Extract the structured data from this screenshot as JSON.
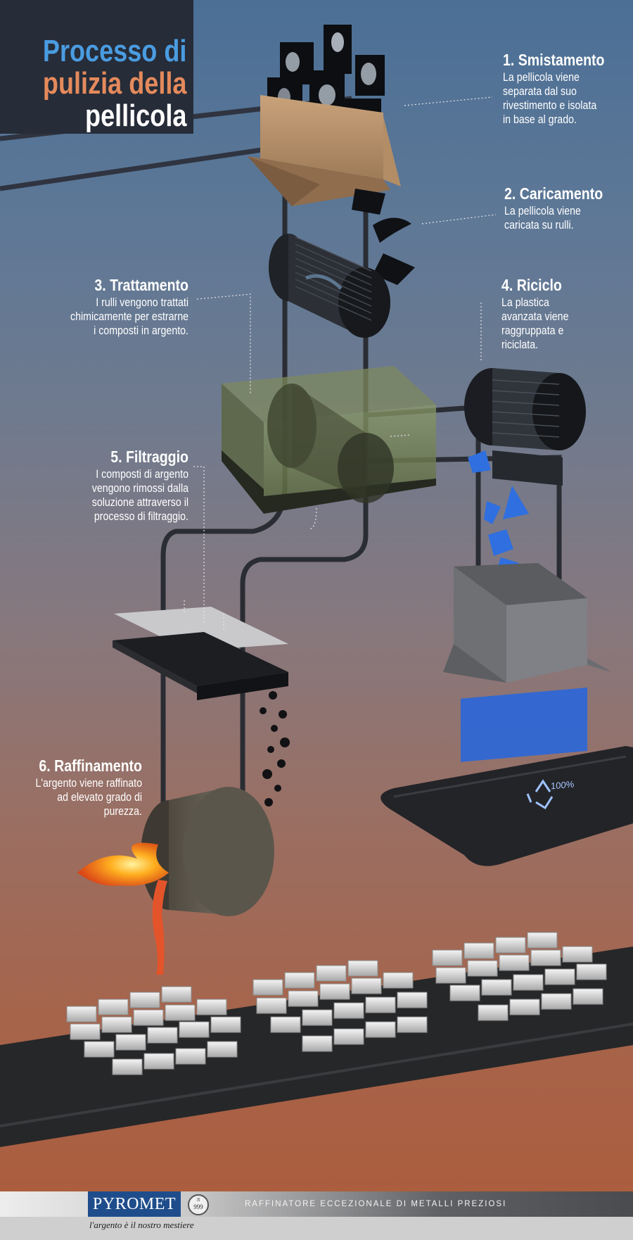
{
  "title": {
    "line1": "Processo di",
    "line2": "pulizia della",
    "line3": "pellicola"
  },
  "steps": [
    {
      "heading": "1. Smistamento",
      "text": "La pellicola viene separata dal suo rivestimento e isolata in base al grado."
    },
    {
      "heading": "2. Caricamento",
      "text": "La pellicola viene caricata su rulli."
    },
    {
      "heading": "3. Trattamento",
      "text": "I rulli vengono trattati chimicamente per estrarne i composti in argento."
    },
    {
      "heading": "4. Riciclo",
      "text": "La plastica avanzata viene raggruppata e riciclata."
    },
    {
      "heading": "5. Filtraggio",
      "text": "I composti di argento vengono rimossi dalla soluzione attraverso il processo di filtraggio."
    },
    {
      "heading": "6. Raffinamento",
      "text": "L'argento viene raffinato ad elevato grado di purezza."
    }
  ],
  "recycle_label": "100%",
  "footer": {
    "logo": "PYROMET",
    "seal_top": "π",
    "seal_bottom": "999",
    "tagline": "RAFFINATORE ECCEZIONALE DI METALLI PREZIOSI",
    "motto": "l'argento è il nostro mestiere"
  },
  "colors": {
    "title_blue": "#4a9ce0",
    "title_orange": "#e58a5c",
    "logo_blue": "#1f4d8c",
    "plastic_blue": "#2f6fe0"
  },
  "icons": [
    "recycle-icon",
    "flame-icon",
    "silver-ingot-icon",
    "x-ray-film-icon"
  ]
}
